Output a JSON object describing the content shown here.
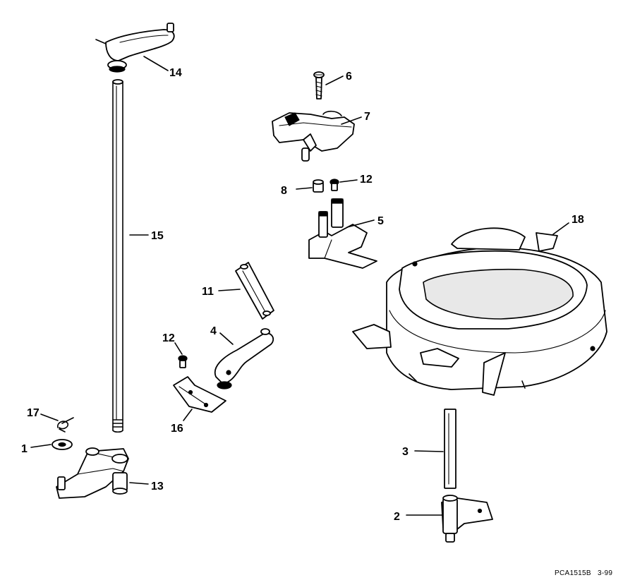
{
  "callouts": {
    "c1": "1",
    "c2": "2",
    "c3": "3",
    "c4": "4",
    "c5": "5",
    "c6": "6",
    "c7": "7",
    "c8": "8",
    "c11": "11",
    "c12a": "12",
    "c12b": "12",
    "c13": "13",
    "c14": "14",
    "c15": "15",
    "c16": "16",
    "c17": "17",
    "c18": "18"
  },
  "footer": {
    "part_code": "PCA1515B",
    "date": "3-99"
  }
}
